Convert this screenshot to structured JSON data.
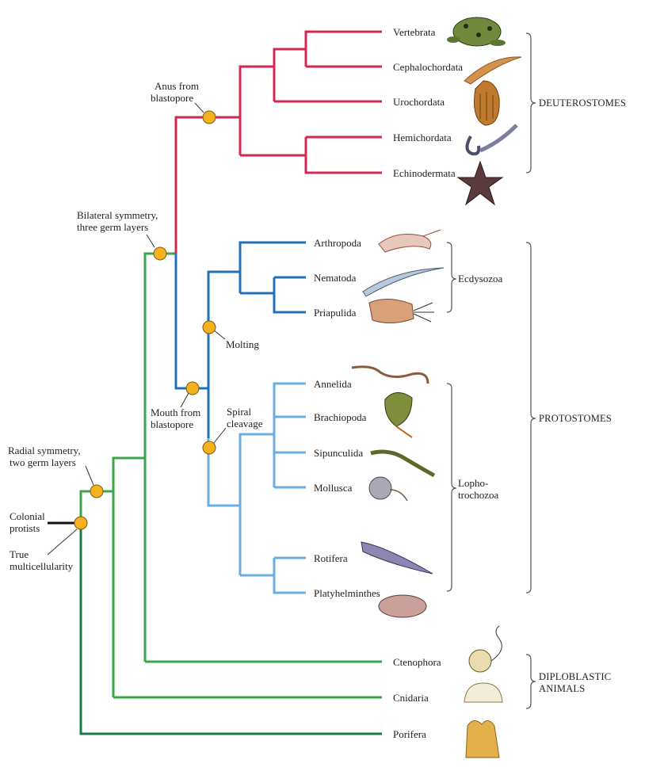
{
  "taxa": {
    "vertebrata": "Vertebrata",
    "cephalochordata": "Cephalochordata",
    "urochordata": "Urochordata",
    "hemichordata": "Hemichordata",
    "echinodermata": "Echinodermata",
    "arthropoda": "Arthropoda",
    "nematoda": "Nematoda",
    "priapulida": "Priapulida",
    "annelida": "Annelida",
    "brachiopoda": "Brachiopoda",
    "sipunculida": "Sipunculida",
    "mollusca": "Mollusca",
    "rotifera": "Rotifera",
    "platyhelminthes": "Platyhelminthes",
    "ctenophora": "Ctenophora",
    "cnidaria": "Cnidaria",
    "porifera": "Porifera"
  },
  "characters": {
    "anus_line1": "Anus from",
    "anus_line2": "blastopore",
    "bilateral_line1": "Bilateral symmetry,",
    "bilateral_line2": "three germ layers",
    "molting": "Molting",
    "mouth_line1": "Mouth from",
    "mouth_line2": "blastopore",
    "spiral_line1": "Spiral",
    "spiral_line2": "cleavage",
    "radial_line1": "Radial symmetry,",
    "radial_line2": "two germ layers",
    "colonial_line1": "Colonial",
    "colonial_line2": "protists",
    "multi_line1": "True",
    "multi_line2": "multicellularity"
  },
  "groups": {
    "deuterostomes": "DEUTEROSTOMES",
    "ecdysozoa": "Ecdysozoa",
    "protostomes": "PROTOSTOMES",
    "lopho_line1": "Lopho-",
    "lopho_line2": "trochozoa",
    "diplo_line1": "DIPLOBLASTIC",
    "diplo_line2": "ANIMALS"
  },
  "colors": {
    "deuterostome_branch": "#d6254f",
    "ecdysozoa_branch": "#1f72b8",
    "lophotrochozoa_branch": "#6aaee0",
    "basal_branch": "#3aa64a",
    "porifera_branch": "#1c7a4a",
    "character_dot": "#f5b21e"
  }
}
